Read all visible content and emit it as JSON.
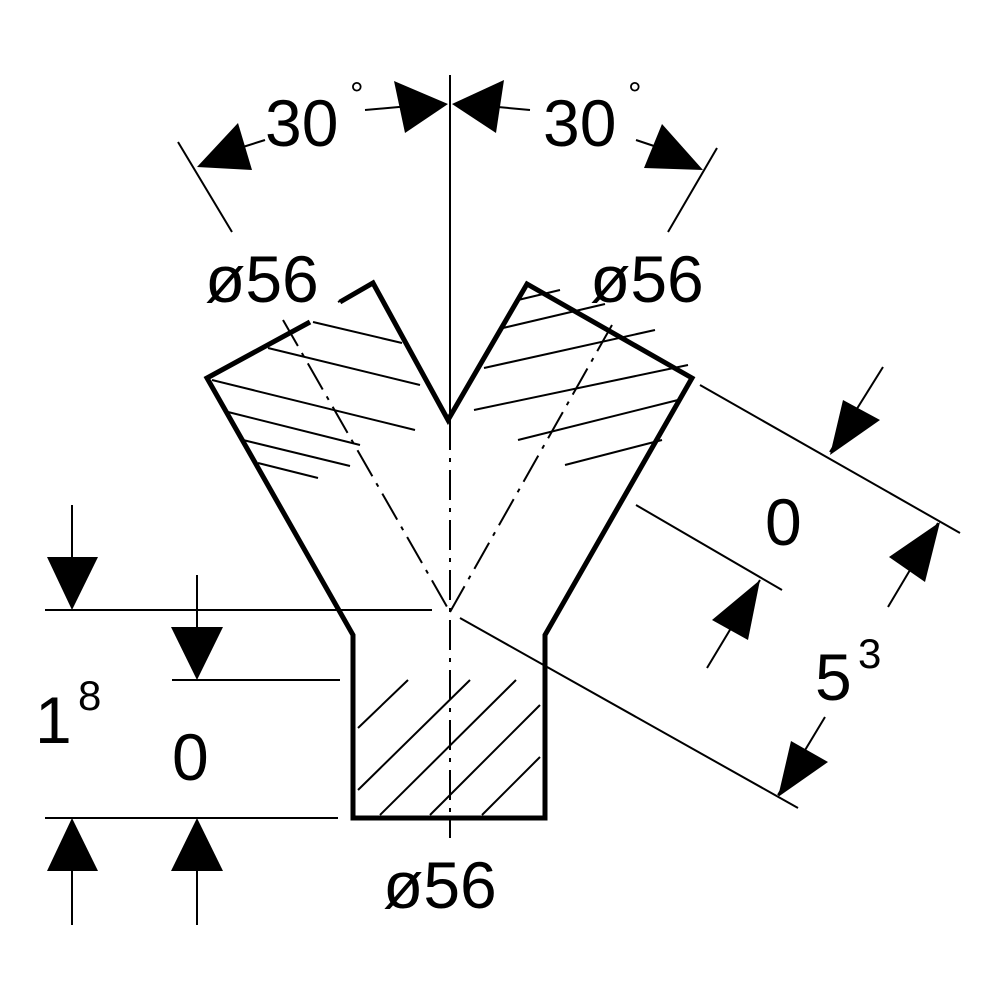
{
  "drawing": {
    "colors": {
      "ink": "#000000",
      "paper": "#ffffff"
    },
    "labels": {
      "angle_left": {
        "value": "30",
        "unit": "°"
      },
      "angle_right": {
        "value": "30",
        "unit": "°"
      },
      "dia_left": "ø56",
      "dia_right": "ø56",
      "dia_bottom": "ø56",
      "dim_oblique_inner": "0",
      "dim_oblique_outer_base": "5",
      "dim_oblique_outer_sup": "3",
      "dim_vertical_outer_base": "1",
      "dim_vertical_outer_sup": "8",
      "dim_vertical_inner": "0"
    }
  }
}
